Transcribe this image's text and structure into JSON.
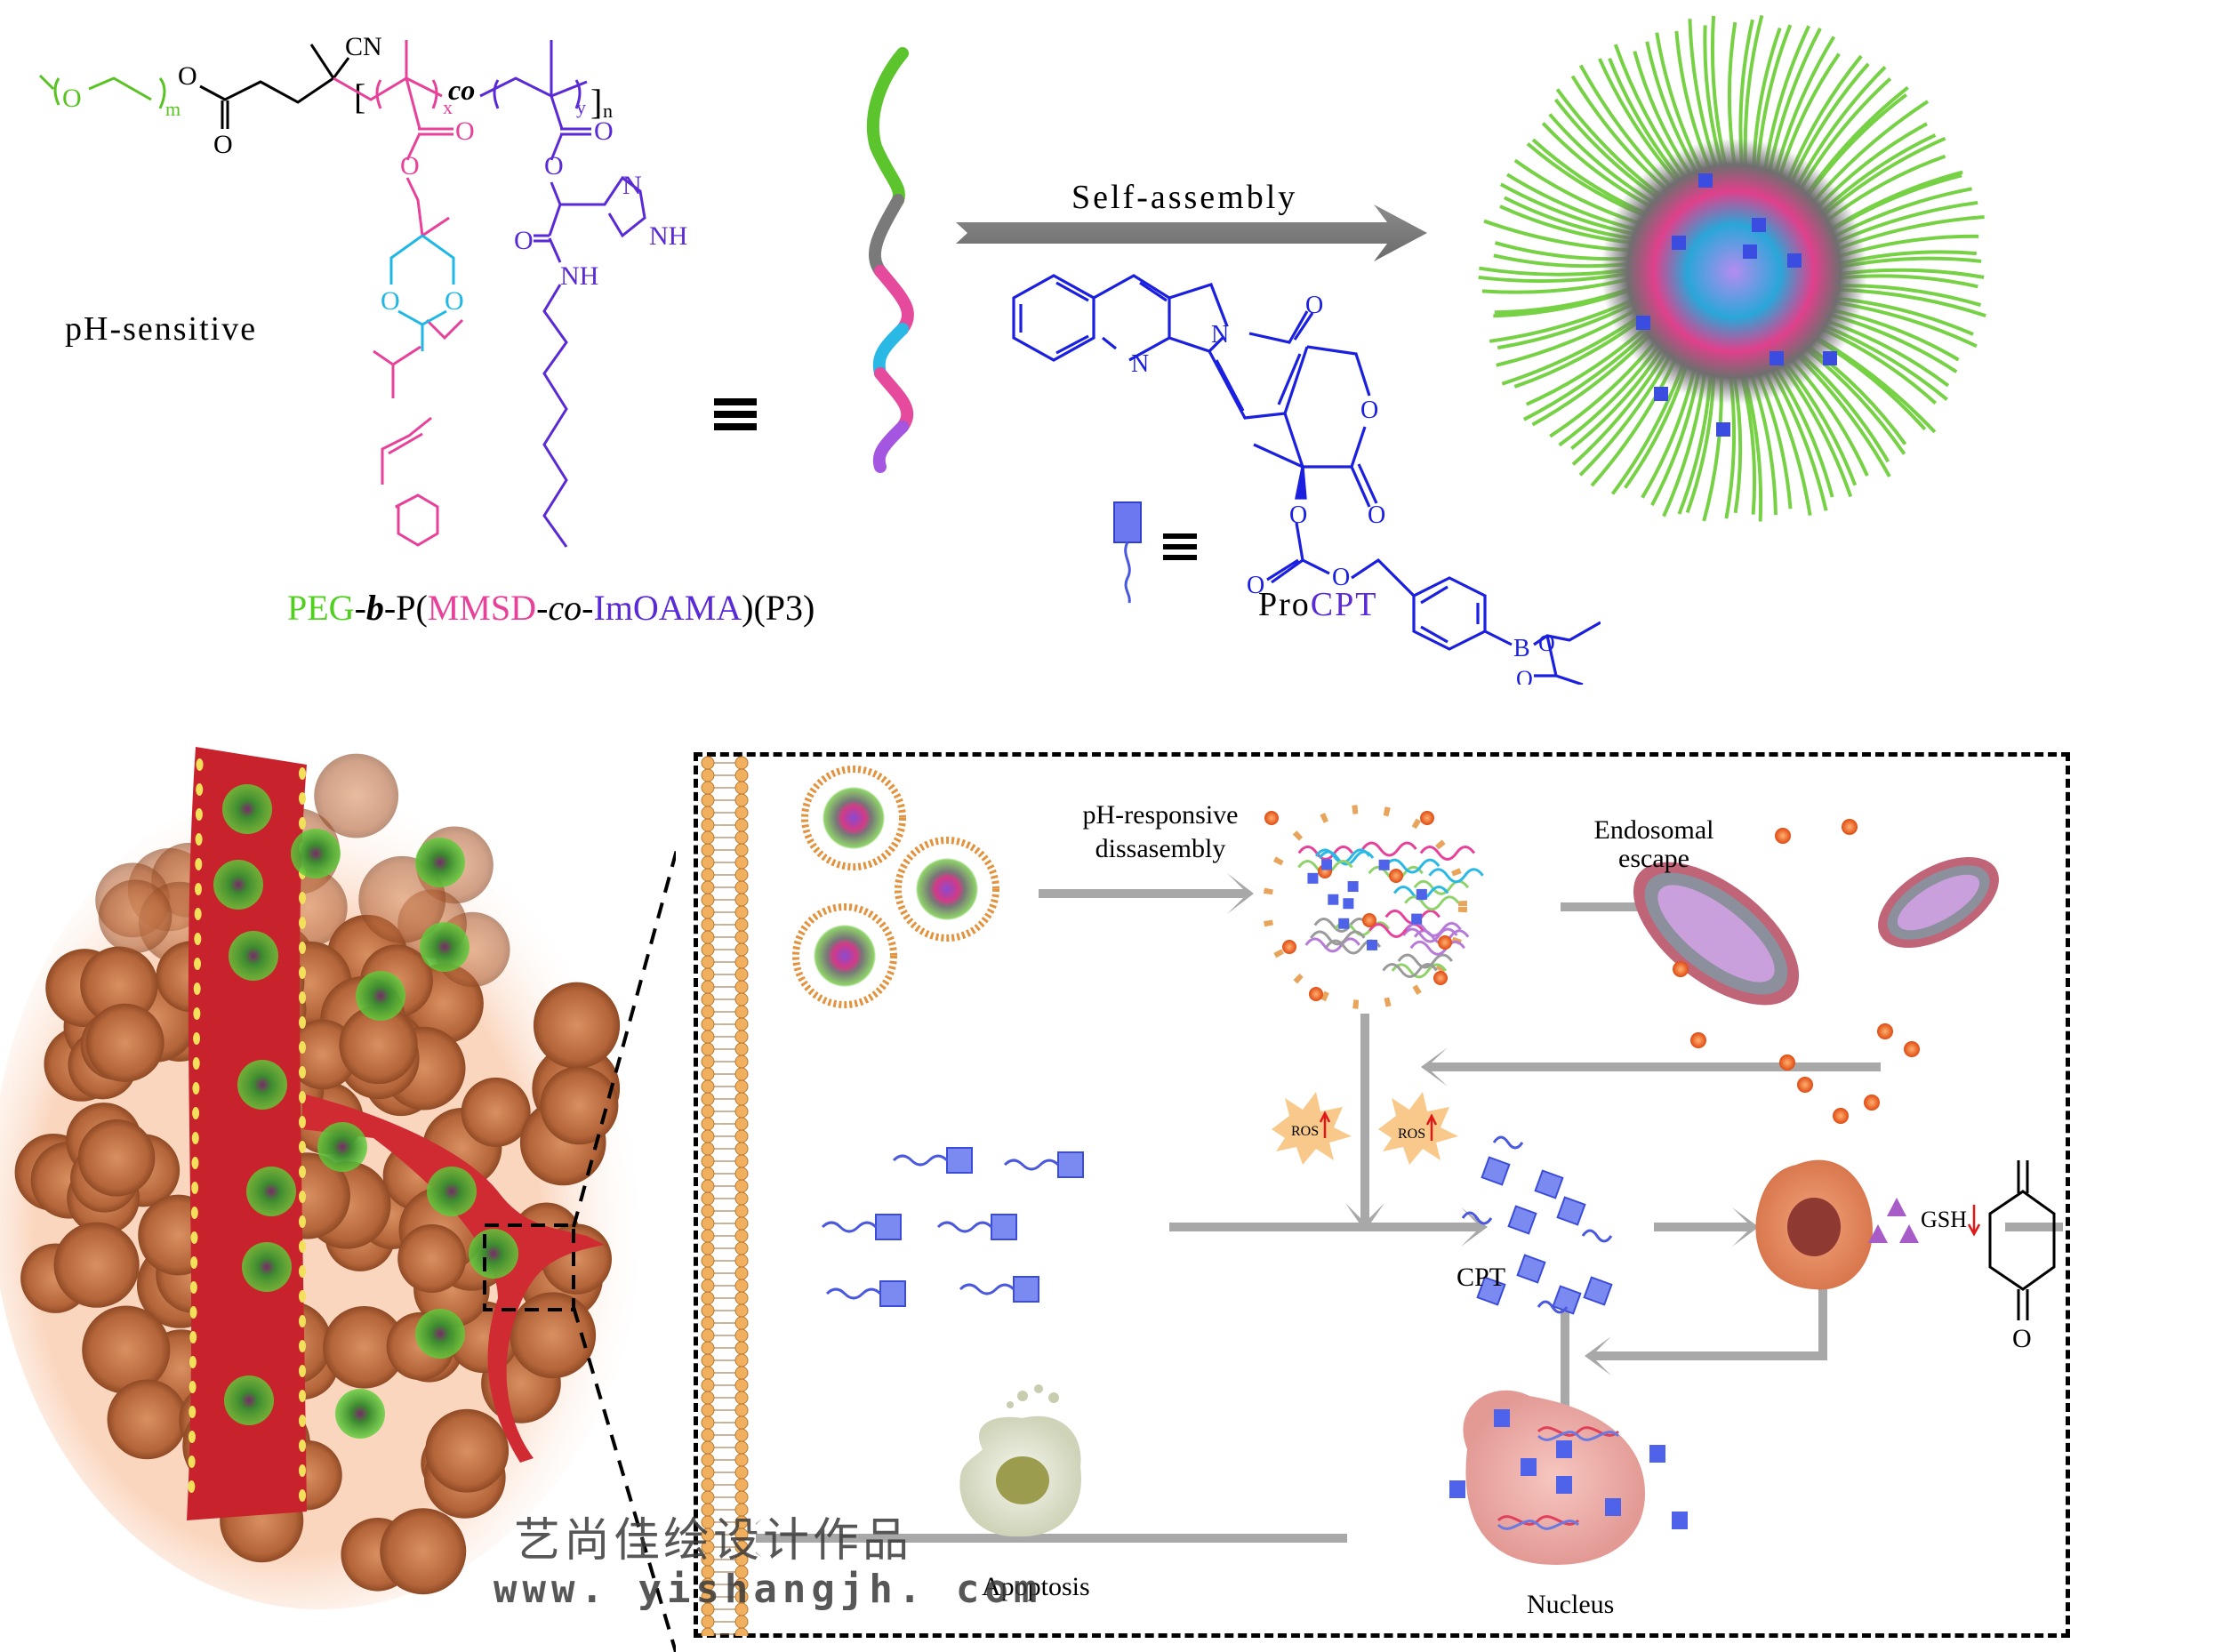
{
  "top": {
    "polymer": {
      "label_ph": "pH-sensitive",
      "name_parts": {
        "peg": "PEG",
        "dash1": "-",
        "b": "b",
        "dash2": "-P(",
        "mmsd": "MMSD",
        "dash3": "-",
        "co": "co",
        "dash4": "-",
        "imoama": "ImOAMA",
        "tail": ")(P3)"
      },
      "atoms": {
        "cn": "CN",
        "co_text": "co",
        "o": "O",
        "n": "N",
        "nh": "NH",
        "sub_m": "m",
        "sub_x": "x",
        "sub_y": "y",
        "sub_n": "n"
      },
      "equiv_symbol": "≡"
    },
    "arrow_label": "Self-assembly",
    "procpt": {
      "name_pro": "Pro",
      "name_cpt": "CPT",
      "atom_b": "B",
      "equiv_symbol": "≡"
    }
  },
  "bottom": {
    "steps": {
      "ph_line1": "pH-responsive",
      "ph_line2": "dissasembly",
      "endo_line1": "Endosomal",
      "endo_line2": "escape",
      "ros1": "ROS",
      "ros2": "ROS",
      "cpt": "CPT",
      "gsh": "GSH",
      "apoptosis": "Apoptosis",
      "nucleus": "Nucleus"
    },
    "quinone_methide_o": "O"
  },
  "watermark": {
    "line1": "艺尚佳绘设计作品",
    "line2": "www. yishangjh. com"
  },
  "colors": {
    "peg_green": "#58c322",
    "mmsd_pink": "#e8419a",
    "acetal_cyan": "#1fb8e6",
    "imoama_purple": "#5a2ad6",
    "cpt_blue": "#1a1fe0",
    "arrow_gray": "#a8a8a8",
    "tumor_orange": "#c9733f",
    "vessel_red": "#c8232c"
  }
}
